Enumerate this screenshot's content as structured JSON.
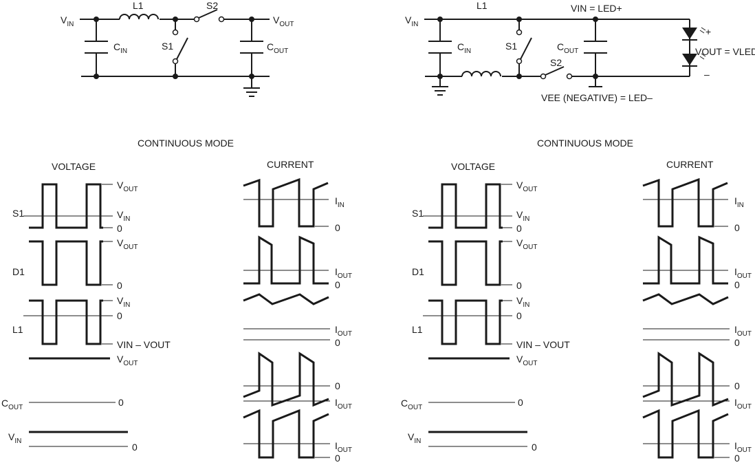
{
  "left": {
    "schematic": {
      "vin": [
        "V",
        "IN"
      ],
      "l1": "L1",
      "s2": "S2",
      "vout": [
        "V",
        "OUT"
      ],
      "cin": [
        "C",
        "IN"
      ],
      "s1": "S1",
      "cout": [
        "C",
        "OUT"
      ]
    },
    "mode": "CONTINUOUS MODE",
    "voltage_header": "VOLTAGE",
    "current_header": "CURRENT",
    "rows": {
      "s1": "S1",
      "d1": "D1",
      "l1": "L1",
      "cout": [
        "C",
        "OUT"
      ],
      "vin": [
        "V",
        "IN"
      ]
    },
    "voltage_labels": {
      "s1_top": [
        "V",
        "OUT"
      ],
      "s1_mid": [
        "V",
        "IN"
      ],
      "s1_zero": "0",
      "d1_top": [
        "V",
        "OUT"
      ],
      "d1_zero": "0",
      "l1_top": [
        "V",
        "IN"
      ],
      "l1_zero": "0",
      "l1_bottom": "VIN – VOUT",
      "vout_line": [
        "V",
        "OUT"
      ],
      "cout_zero": "0",
      "vin_zero": "0"
    },
    "current_labels": {
      "iin": [
        "I",
        "IN"
      ],
      "iin_zero": "0",
      "d1_iout": [
        "I",
        "OUT"
      ],
      "d1_zero": "0",
      "l1_iout": [
        "I",
        "OUT"
      ],
      "l1_zero": "0",
      "cout_zero": "0",
      "cout_iout": [
        "I",
        "OUT"
      ],
      "vin_iout": [
        "I",
        "OUT"
      ],
      "vin_zero": "0"
    }
  },
  "right": {
    "schematic": {
      "vin": [
        "V",
        "IN"
      ],
      "l1": "L1",
      "vin_led": "VIN = LED+",
      "plus": "+",
      "cin": [
        "C",
        "IN"
      ],
      "s1": "S1",
      "cout": [
        "C",
        "OUT"
      ],
      "vout_vled": "VOUT = VLED",
      "s2": "S2",
      "minus": "–",
      "vee": "VEE (NEGATIVE) = LED–"
    },
    "mode": "CONTINUOUS MODE",
    "voltage_header": "VOLTAGE",
    "current_header": "CURRENT",
    "rows": {
      "s1": "S1",
      "d1": "D1",
      "l1": "L1",
      "cout": [
        "C",
        "OUT"
      ],
      "vin": [
        "V",
        "IN"
      ]
    },
    "voltage_labels": {
      "s1_top": [
        "V",
        "OUT"
      ],
      "s1_mid": [
        "V",
        "IN"
      ],
      "s1_zero": "0",
      "d1_top": [
        "V",
        "OUT"
      ],
      "d1_zero": "0",
      "l1_top": [
        "V",
        "IN"
      ],
      "l1_zero": "0",
      "l1_bottom": "VIN – VOUT",
      "vout_line": [
        "V",
        "OUT"
      ],
      "cout_zero": "0",
      "vin_zero": "0"
    },
    "current_labels": {
      "iin": [
        "I",
        "IN"
      ],
      "iin_zero": "0",
      "d1_iout": [
        "I",
        "OUT"
      ],
      "d1_zero": "0",
      "l1_iout": [
        "I",
        "OUT"
      ],
      "l1_zero": "0",
      "cout_zero": "0",
      "cout_iout": [
        "I",
        "OUT"
      ],
      "vin_iout": [
        "I",
        "OUT"
      ],
      "vin_zero": "0"
    }
  }
}
